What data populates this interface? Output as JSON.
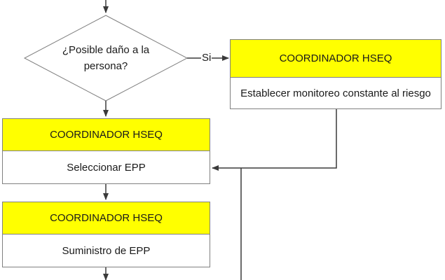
{
  "decision": {
    "text": "¿Posible daño a la persona?"
  },
  "yes_label": "Si",
  "boxes": {
    "monitor": {
      "role": "COORDINADOR HSEQ",
      "task": "Establecer monitoreo constante al riesgo"
    },
    "select_epp": {
      "role": "COORDINADOR HSEQ",
      "task": "Seleccionar EPP"
    },
    "supply_epp": {
      "role": "COORDINADOR HSEQ",
      "task": "Suministro de EPP"
    }
  },
  "colors": {
    "header_fill": "#ffff00",
    "border": "#808080",
    "connector": "#3a3a3a"
  }
}
